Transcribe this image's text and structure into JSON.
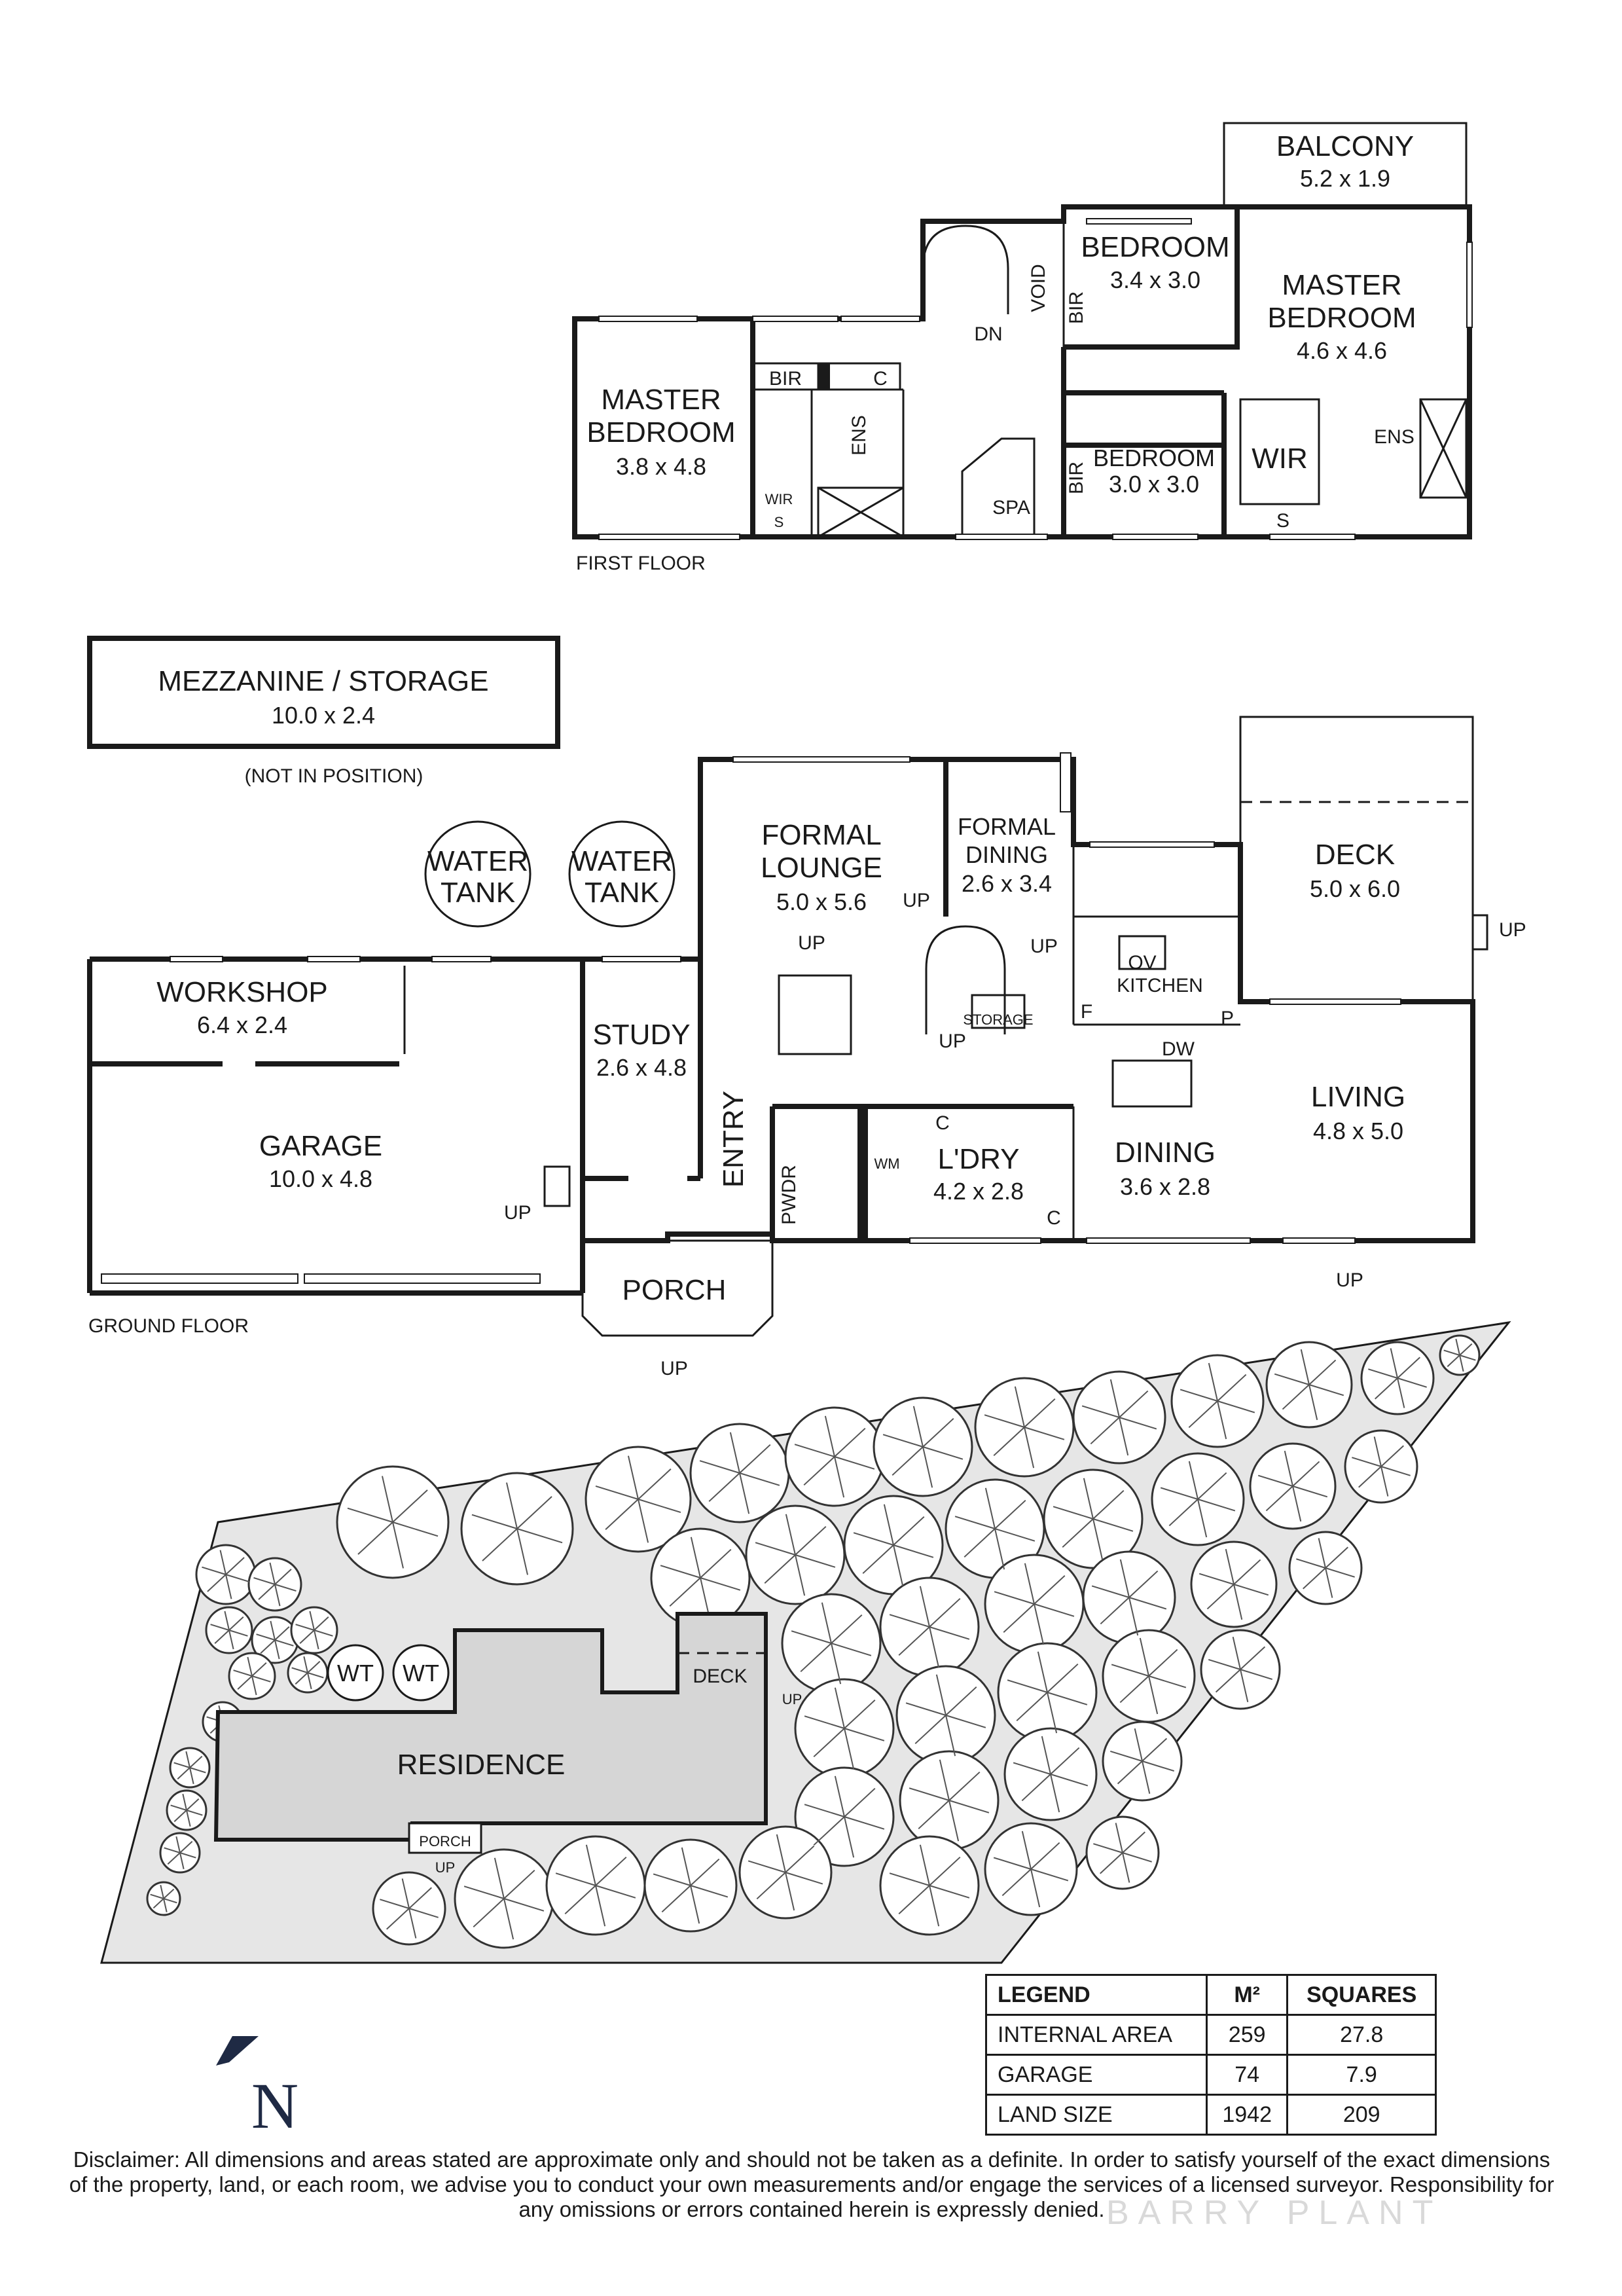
{
  "floors": {
    "first_floor_label": "FIRST FLOOR",
    "ground_floor_label": "GROUND FLOOR"
  },
  "first_floor": {
    "balcony": {
      "name": "BALCONY",
      "dim": "5.2 x 1.9"
    },
    "bedroom_top": {
      "name": "BEDROOM",
      "dim": "3.4 x 3.0"
    },
    "master_right": {
      "name1": "MASTER",
      "name2": "BEDROOM",
      "dim": "4.6 x 4.6"
    },
    "master_left": {
      "name1": "MASTER",
      "name2": "BEDROOM",
      "dim": "3.8 x 4.8"
    },
    "bedroom_small": {
      "name": "BEDROOM",
      "dim": "3.0 x 3.0"
    },
    "labels": {
      "void": "VOID",
      "dn": "DN",
      "bir": "BIR",
      "c": "C",
      "ens": "ENS",
      "spa": "SPA",
      "wir": "WIR",
      "s": "S"
    }
  },
  "mezzanine": {
    "name": "MEZZANINE / STORAGE",
    "dim": "10.0 x 2.4",
    "note": "(NOT IN POSITION)"
  },
  "ground_floor": {
    "water_tank": {
      "line1": "WATER",
      "line2": "TANK"
    },
    "workshop": {
      "name": "WORKSHOP",
      "dim": "6.4 x 2.4"
    },
    "garage": {
      "name": "GARAGE",
      "dim": "10.0 x 4.8"
    },
    "study": {
      "name": "STUDY",
      "dim": "2.6 x 4.8"
    },
    "formal_lounge": {
      "name1": "FORMAL",
      "name2": "LOUNGE",
      "dim": "5.0 x 5.6"
    },
    "formal_dining": {
      "name1": "FORMAL",
      "name2": "DINING",
      "dim": "2.6 x 3.4"
    },
    "deck": {
      "name": "DECK",
      "dim": "5.0 x 6.0"
    },
    "kitchen": {
      "name": "KITCHEN",
      "ov": "OV",
      "dw": "DW",
      "f": "F",
      "p": "P"
    },
    "living": {
      "name": "LIVING",
      "dim": "4.8 x 5.0"
    },
    "dining": {
      "name": "DINING",
      "dim": "3.6 x 2.8"
    },
    "laundry": {
      "name": "L'DRY",
      "dim": "4.2 x 2.8",
      "c": "C",
      "wm": "WM"
    },
    "entry": "ENTRY",
    "pwdr": "PWDR",
    "porch": "PORCH",
    "storage": "STORAGE",
    "up": "UP"
  },
  "site": {
    "wt": "WT",
    "deck": "DECK",
    "residence": "RESIDENCE",
    "porch": "PORCH",
    "up": "UP"
  },
  "north": "N",
  "legend": {
    "headers": [
      "LEGEND",
      "M²",
      "SQUARES"
    ],
    "rows": [
      {
        "label": "INTERNAL AREA",
        "m2": "259",
        "squares": "27.8"
      },
      {
        "label": "GARAGE",
        "m2": "74",
        "squares": "7.9"
      },
      {
        "label": "LAND SIZE",
        "m2": "1942",
        "squares": "209"
      }
    ]
  },
  "disclaimer": "Disclaimer: All dimensions and areas stated are approximate only and should not be taken as a definite. In order to satisfy yourself of the exact dimensions of the property, land, or each room, we advise you to conduct your own measurements and/or engage the services of a licensed surveyor. Responsibility for any omissions or errors contained herein is expressly denied.",
  "watermark": "BARRY PLANT"
}
